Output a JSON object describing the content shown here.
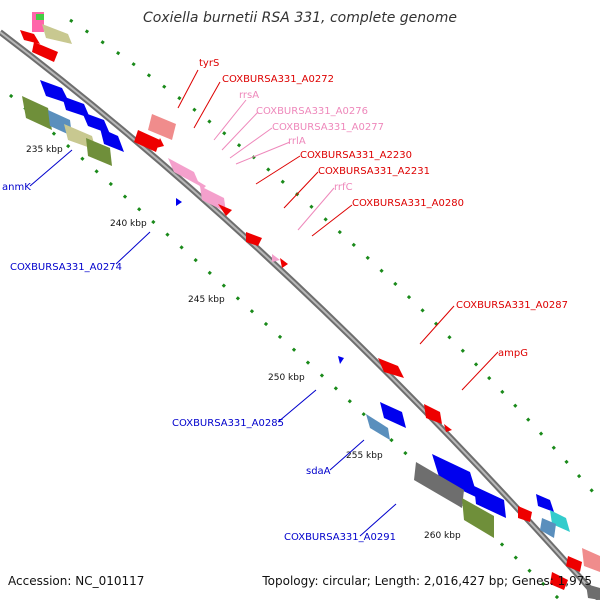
{
  "title": "Coxiella burnetii RSA 331, complete genome",
  "accession": "Accession: NC_010117",
  "topology": "Topology: circular; Length: 2,016,427 bp; Genes: 1,975",
  "colors": {
    "backbone": "#8c8c8c",
    "tick": "#1a8a1a",
    "forward_label": "#dd0000",
    "reverse_label": "#0000cc",
    "rrna_label": "#ee88bb"
  },
  "kbp_labels": [
    {
      "text": "235 kbp"
    },
    {
      "text": "240 kbp"
    },
    {
      "text": "245 kbp"
    },
    {
      "text": "250 kbp"
    },
    {
      "text": "255 kbp"
    },
    {
      "text": "260 kbp"
    }
  ],
  "forward_labels": [
    {
      "text": "tyrS",
      "color": "red"
    },
    {
      "text": "COXBURSA331_A0272",
      "color": "red"
    },
    {
      "text": "rrsA",
      "color": "pink"
    },
    {
      "text": "COXBURSA331_A0276",
      "color": "pink"
    },
    {
      "text": "COXBURSA331_A0277",
      "color": "pink"
    },
    {
      "text": "rrlA",
      "color": "pink"
    },
    {
      "text": "COXBURSA331_A2230",
      "color": "red"
    },
    {
      "text": "COXBURSA331_A2231",
      "color": "red"
    },
    {
      "text": "rrfC",
      "color": "pink"
    },
    {
      "text": "COXBURSA331_A0280",
      "color": "red"
    },
    {
      "text": "COXBURSA331_A0287",
      "color": "red"
    },
    {
      "text": "ampG",
      "color": "red"
    }
  ],
  "reverse_labels": [
    {
      "text": "anmK"
    },
    {
      "text": "COXBURSA331_A0274"
    },
    {
      "text": "COXBURSA331_A0285"
    },
    {
      "text": "sdaA"
    },
    {
      "text": "COXBURSA331_A0291"
    }
  ]
}
